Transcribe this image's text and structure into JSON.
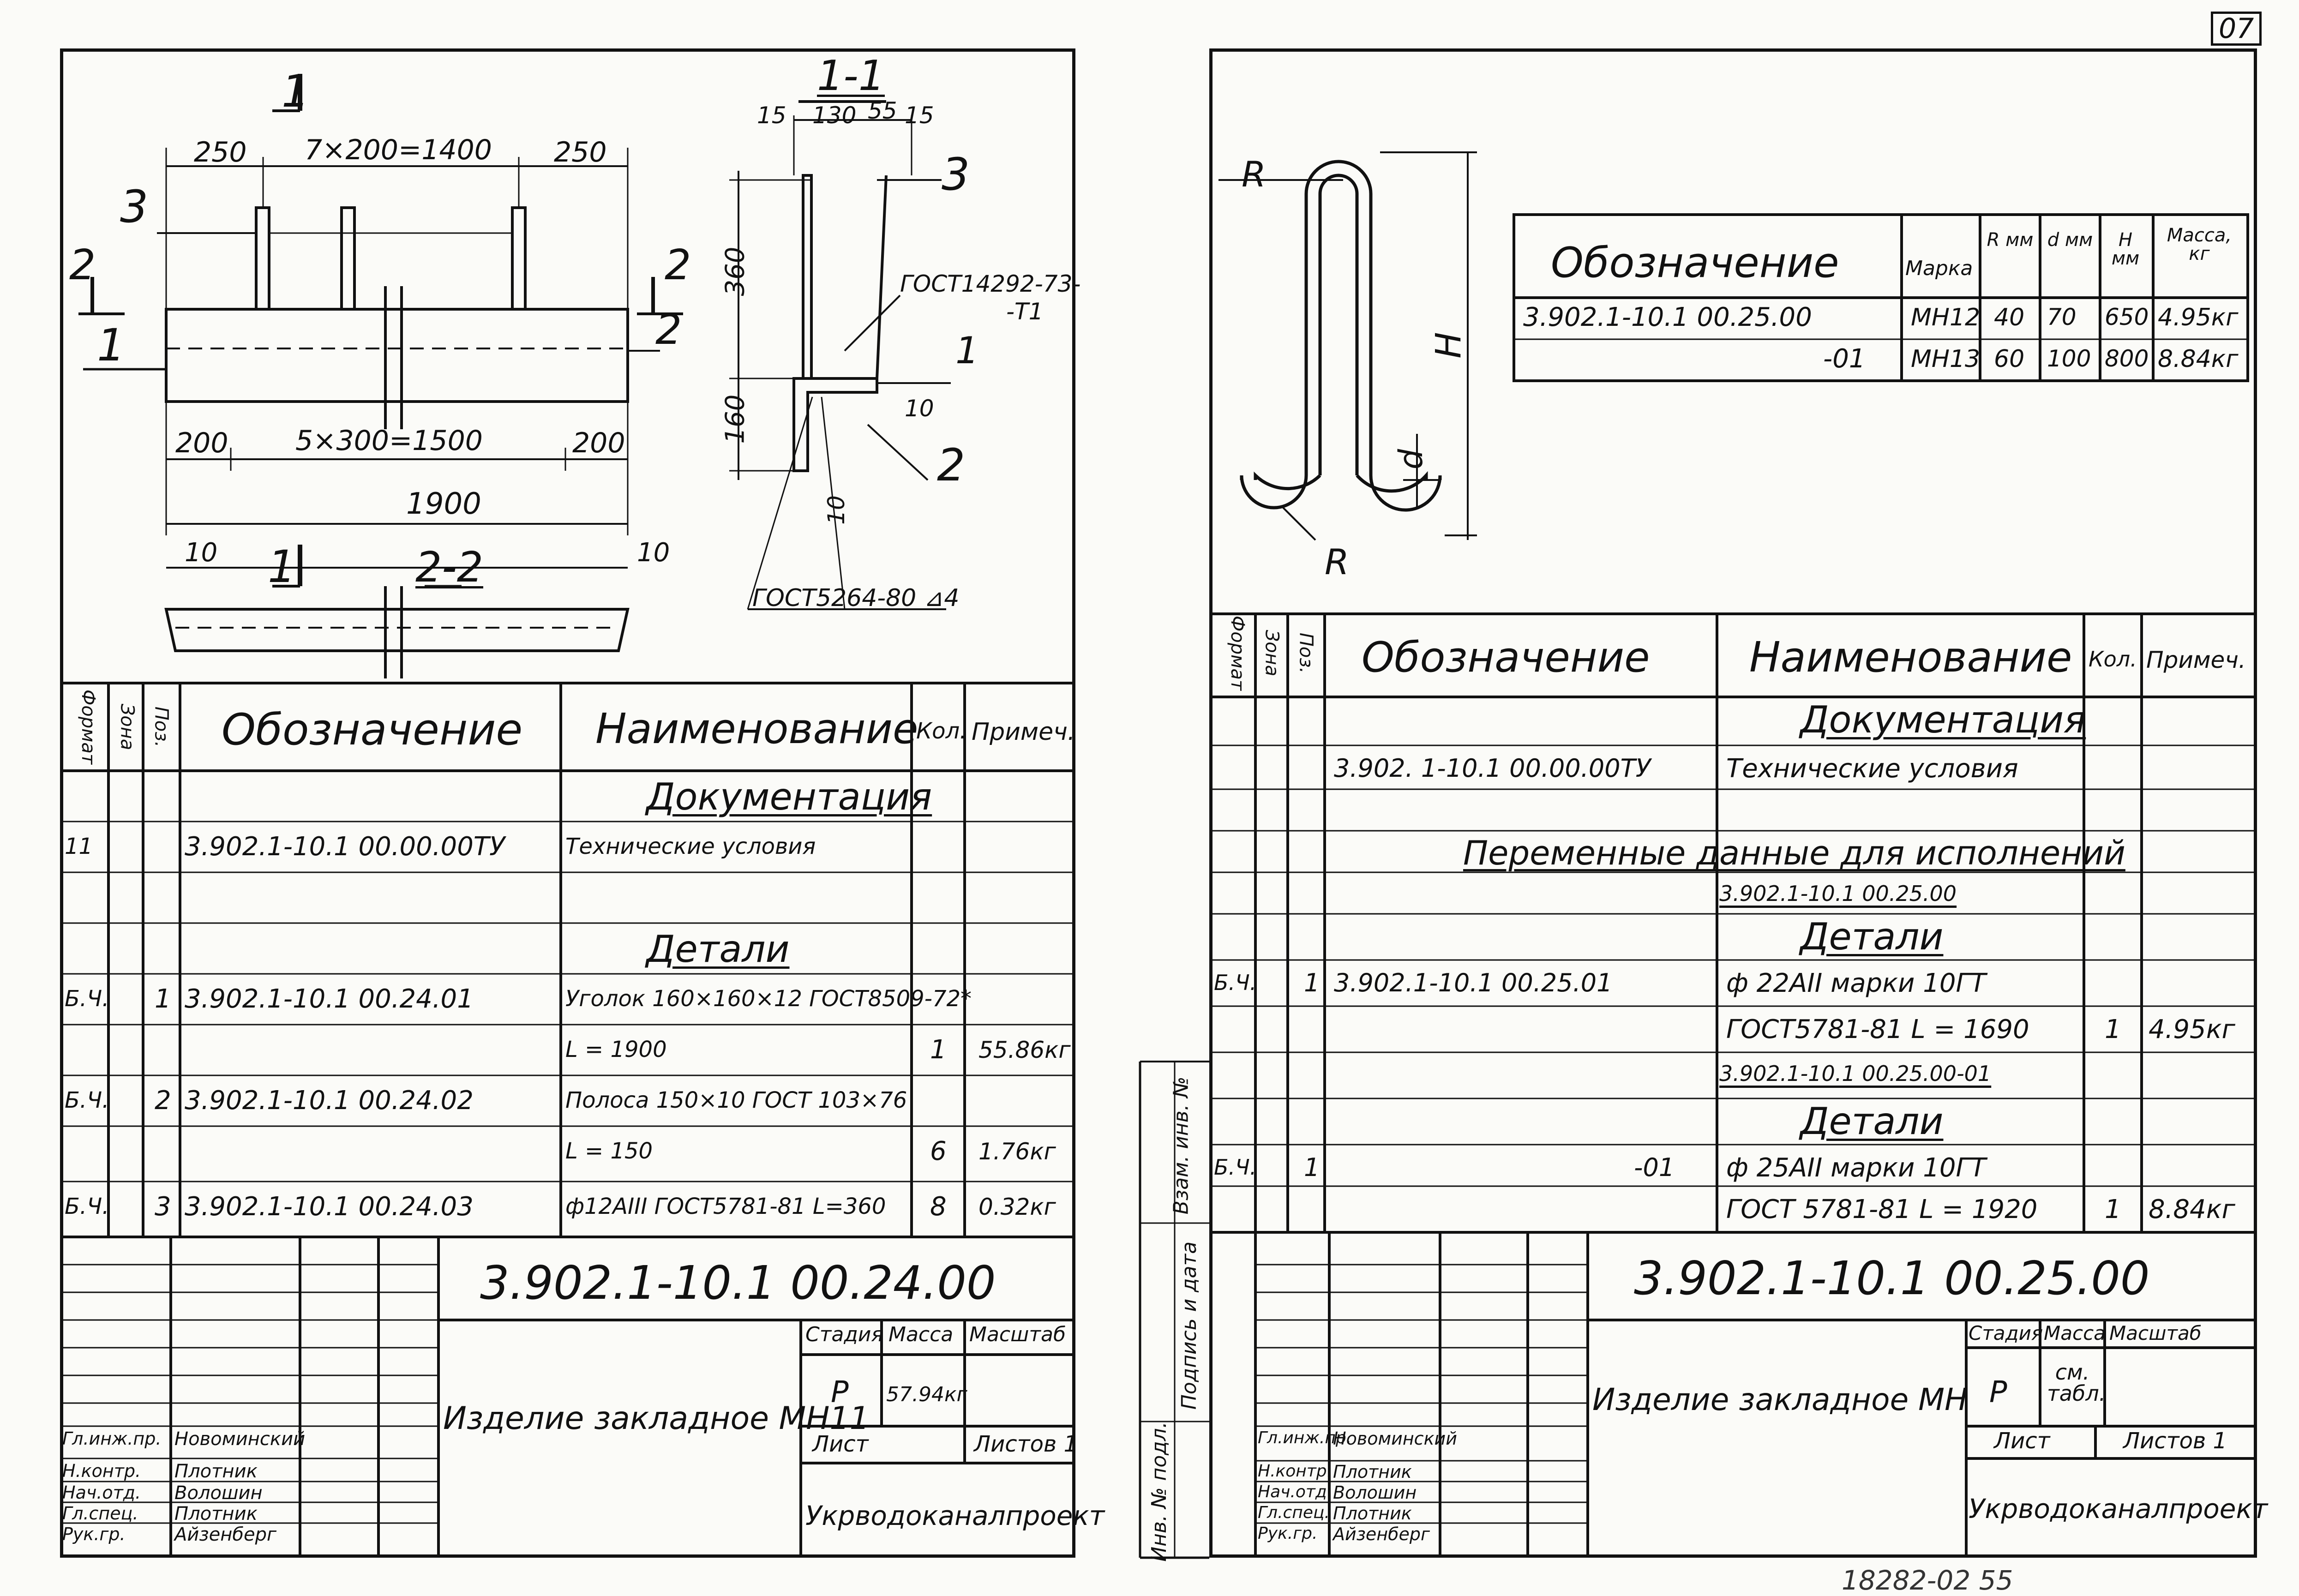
{
  "page": {
    "corner_tag": "07",
    "bottom_note": "18282-02   55"
  },
  "left": {
    "section_labels": {
      "cut_top": "1",
      "cut_bottom": "1",
      "view_2_left": "2",
      "view_2_right": "2",
      "section_1_1": "1-1",
      "section_2_2": "2-2"
    },
    "dims": {
      "top_left": "250",
      "top_mid": "7×200=1400",
      "top_right": "250",
      "bot_left": "200",
      "bot_mid": "5×300=1500",
      "bot_right": "200",
      "overall": "1900",
      "end_left": "10",
      "end_right": "10"
    },
    "callouts": {
      "c3": "3",
      "c1": "1",
      "c2": "2"
    },
    "section": {
      "d15a": "15",
      "d130": "130",
      "d55": "55",
      "d15b": "15",
      "h360": "360",
      "h160": "160",
      "d10a": "10",
      "d10b": "10",
      "c3": "3",
      "c1": "1",
      "c2": "2",
      "gost_top": "ГОСТ14292-73-",
      "gost_top2": "-Т1",
      "gost_bottom": "ГОСТ5264-80 ⊿4"
    },
    "spec": {
      "headers": {
        "format": "Формат",
        "zone": "Зона",
        "pos": "Поз.",
        "designation": "Обозначение",
        "name": "Наименование",
        "qty": "Кол.",
        "note": "Примеч."
      },
      "rows": [
        {
          "format": "",
          "zone": "",
          "pos": "",
          "designation": "",
          "name": "Документация",
          "qty": "",
          "note": "",
          "heading": true
        },
        {
          "format": "11",
          "zone": "",
          "pos": "",
          "designation": "3.902.1-10.1    00.00.00ТУ",
          "name": "Технические условия",
          "qty": "",
          "note": ""
        },
        {
          "format": "",
          "zone": "",
          "pos": "",
          "designation": "",
          "name": "",
          "qty": "",
          "note": ""
        },
        {
          "format": "",
          "zone": "",
          "pos": "",
          "designation": "",
          "name": "Детали",
          "qty": "",
          "note": "",
          "heading": true
        },
        {
          "format": "Б.Ч.",
          "zone": "",
          "pos": "1",
          "designation": "3.902.1-10.1    00.24.01",
          "name": "Уголок 160×160×12 ГОСТ8509-72*",
          "qty": "",
          "note": ""
        },
        {
          "format": "",
          "zone": "",
          "pos": "",
          "designation": "",
          "name": "L = 1900",
          "qty": "1",
          "note": "55.86кг"
        },
        {
          "format": "Б.Ч.",
          "zone": "",
          "pos": "2",
          "designation": "3.902.1-10.1    00.24.02",
          "name": "Полоса 150×10 ГОСТ 103×76",
          "qty": "",
          "note": ""
        },
        {
          "format": "",
          "zone": "",
          "pos": "",
          "designation": "",
          "name": "L = 150",
          "qty": "6",
          "note": "1.76кг"
        },
        {
          "format": "Б.Ч.",
          "zone": "",
          "pos": "3",
          "designation": "3.902.1-10.1    00.24.03",
          "name": "ф12АIII ГОСТ5781-81 L=360",
          "qty": "8",
          "note": "0.32кг"
        },
        {
          "format": "",
          "zone": "",
          "pos": "",
          "designation": "",
          "name": "",
          "qty": "",
          "note": ""
        }
      ]
    },
    "titleblock": {
      "code": "3.902.1-10.1    00.24.00",
      "product": "Изделие закладное МН11",
      "stage_label": "Стадия",
      "mass_label": "Масса",
      "scale_label": "Масштаб",
      "stage": "Р",
      "mass": "57.94кг",
      "sheet_label": "Лист",
      "sheets_label": "Листов 1",
      "org": "Укрводоканалпроект",
      "staff": [
        {
          "role": "Гл.инж.пр.",
          "name": "Новоминский"
        },
        {
          "role": "Н.контр.",
          "name": "Плотник"
        },
        {
          "role": "Нач.отд.",
          "name": "Волошин"
        },
        {
          "role": "Гл.спец.",
          "name": "Плотник"
        },
        {
          "role": "Рук.гр.",
          "name": "Айзенберг"
        }
      ]
    }
  },
  "right": {
    "drawing": {
      "R_top": "R",
      "R_bottom": "R",
      "H": "H",
      "d": "d"
    },
    "vars_table": {
      "headers": {
        "designation": "Обозначение",
        "mark": "Марка",
        "R": "R мм",
        "d": "d мм",
        "H": "H мм",
        "mass": "Масса, кг"
      },
      "rows": [
        {
          "designation": "3.902.1-10.1    00.25.00",
          "mark": "МН12",
          "R": "40",
          "d": "70",
          "H": "650",
          "mass": "4.95кг"
        },
        {
          "designation": "-01",
          "mark": "МН13",
          "R": "60",
          "d": "100",
          "H": "800",
          "mass": "8.84кг"
        }
      ]
    },
    "spec": {
      "headers": {
        "format": "Формат",
        "zone": "Зона",
        "pos": "Поз.",
        "designation": "Обозначение",
        "name": "Наименование",
        "qty": "Кол.",
        "note": "Примеч."
      },
      "rows": [
        {
          "format": "",
          "pos": "",
          "designation": "",
          "name": "Документация",
          "qty": "",
          "note": "",
          "heading": true
        },
        {
          "format": "",
          "pos": "",
          "designation": "3.902. 1-10.1    00.00.00ТУ",
          "name": "Технические условия",
          "qty": "",
          "note": ""
        },
        {
          "format": "",
          "pos": "",
          "designation": "",
          "name": "",
          "qty": "",
          "note": ""
        },
        {
          "format": "",
          "pos": "",
          "designation": "",
          "name": "",
          "qty": "",
          "note": ""
        },
        {
          "format": "",
          "pos": "",
          "designation": "",
          "name": "3.902.1-10.1    00.25.00",
          "qty": "",
          "note": "",
          "small": true
        },
        {
          "format": "",
          "pos": "",
          "designation": "",
          "name": "Детали",
          "qty": "",
          "note": "",
          "heading": true
        },
        {
          "format": "Б.Ч.",
          "pos": "1",
          "designation": "3.902.1-10.1    00.25.01",
          "name": "ф 22АII марки 10ГТ",
          "qty": "",
          "note": ""
        },
        {
          "format": "",
          "pos": "",
          "designation": "",
          "name": "ГОСТ5781-81 L = 1690",
          "qty": "1",
          "note": "4.95кг"
        },
        {
          "format": "",
          "pos": "",
          "designation": "",
          "name": "3.902.1-10.1    00.25.00-01",
          "qty": "",
          "note": "",
          "small": true
        },
        {
          "format": "",
          "pos": "",
          "designation": "",
          "name": "Детали",
          "qty": "",
          "note": "",
          "heading": true
        },
        {
          "format": "Б.Ч.",
          "pos": "1",
          "designation": "-01",
          "name": "ф 25АII марки 10ГТ",
          "qty": "",
          "note": ""
        },
        {
          "format": "",
          "pos": "",
          "designation": "",
          "name": "ГОСТ 5781-81 L = 1920",
          "qty": "1",
          "note": "8.84кг"
        }
      ],
      "span_heading": "Переменные данные для исполнений"
    },
    "titleblock": {
      "code": "3.902.1-10.1    00.25.00",
      "product": "Изделие закладное МН",
      "stage_label": "Стадия",
      "mass_label": "Масса",
      "scale_label": "Масштаб",
      "stage": "Р",
      "mass": "см. табл.",
      "sheet_label": "Лист",
      "sheets_label": "Листов 1",
      "org": "Укрводоканалпроект",
      "staff": [
        {
          "role": "Гл.инж.пр.",
          "name": "Новоминский"
        },
        {
          "role": "Н.контр.",
          "name": "Плотник"
        },
        {
          "role": "Нач.отд.",
          "name": "Волошин"
        },
        {
          "role": "Гл.спец.",
          "name": "Плотник"
        },
        {
          "role": "Рук.гр.",
          "name": "Айзенберг"
        }
      ]
    },
    "side_labels": {
      "a": "Инв. № подл.",
      "b": "Подпись и дата",
      "c": "Взам. инв. №"
    }
  }
}
